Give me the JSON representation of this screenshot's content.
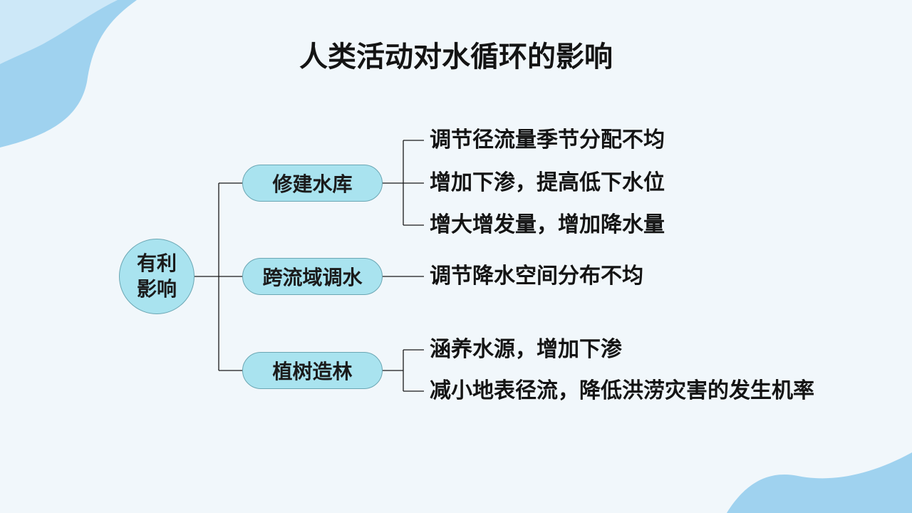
{
  "title": "人类活动对水循环的影响",
  "colors": {
    "background": "#f1f7fb",
    "node_fill": "#a9e3ef",
    "node_border": "#6aa6b3",
    "wave": "#9fd2ef",
    "text": "#141414"
  },
  "root": {
    "line1": "有利",
    "line2": "影响"
  },
  "branches": [
    {
      "label": "修建水库",
      "effects": [
        "调节径流量季节分配不均",
        "增加下渗，提高低下水位",
        "增大增发量，增加降水量"
      ]
    },
    {
      "label": "跨流域调水",
      "effects": [
        "调节降水空间分布不均"
      ]
    },
    {
      "label": "植树造林",
      "effects": [
        "涵养水源，增加下渗",
        "减小地表径流，降低洪涝灾害的发生机率"
      ]
    }
  ]
}
